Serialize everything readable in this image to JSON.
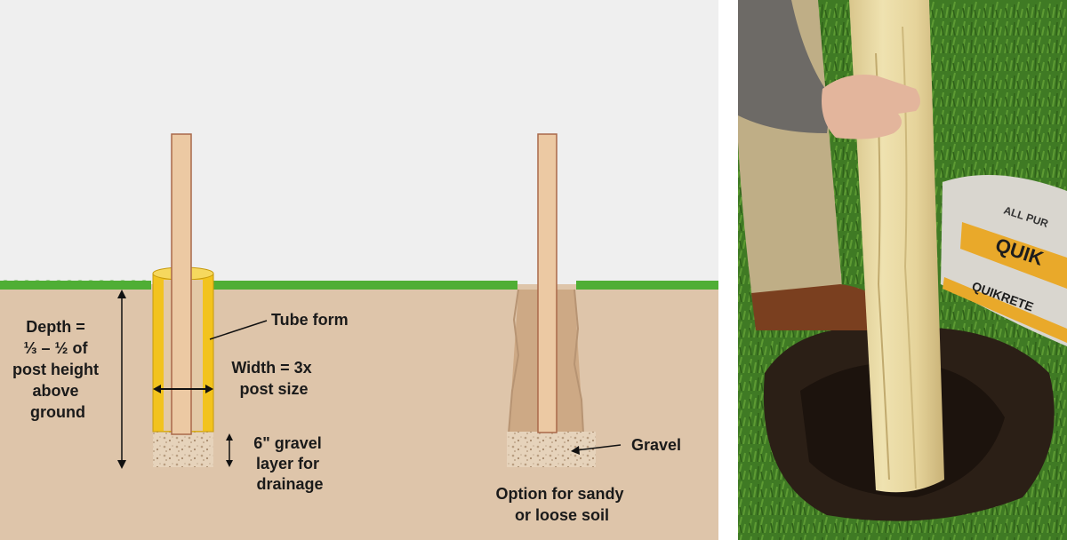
{
  "diagram": {
    "depth_label": [
      "Depth =",
      "⅓ – ½ of",
      "post height",
      "above",
      "ground"
    ],
    "tube_form_label": "Tube form",
    "width_label": [
      "Width = 3x",
      "post size"
    ],
    "gravel_layer_label": [
      "6\" gravel",
      "layer for",
      "drainage"
    ],
    "gravel_label": "Gravel",
    "sandy_option_label": [
      "Option for sandy",
      "or loose soil"
    ]
  },
  "photo": {
    "bag_text": [
      "ALL PUR",
      "QUIK",
      "QUIKRETE"
    ]
  },
  "colors": {
    "sky": "#efefef",
    "soil": "#dec5aa",
    "grass": "#4fae35",
    "post": "#ecc9a3",
    "tube": "#f2c31e",
    "gravel": "#e6d3bb"
  }
}
